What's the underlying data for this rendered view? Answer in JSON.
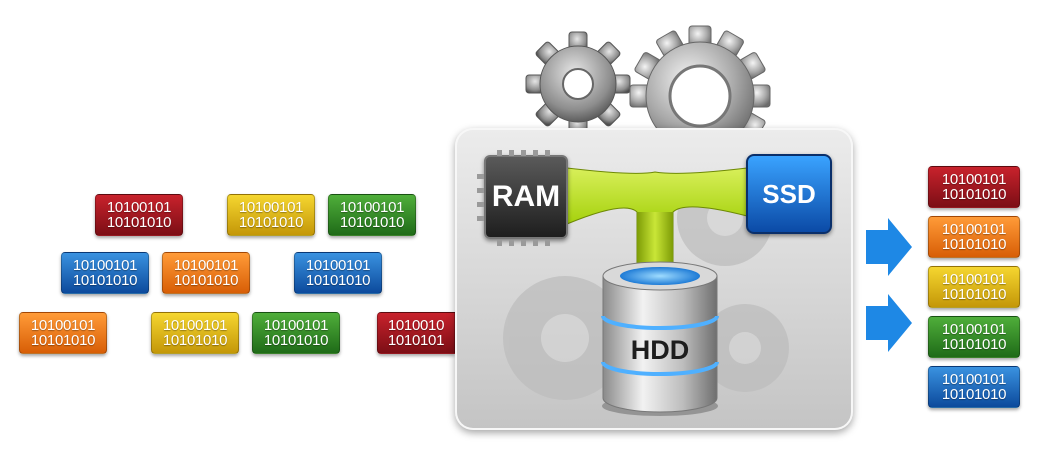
{
  "diagram": {
    "components": {
      "ram": "RAM",
      "ssd": "SSD",
      "hdd": "HDD"
    },
    "incoming_blocks": [
      {
        "line1": "10100101",
        "line2": "10101010",
        "color": "#b0141e"
      },
      {
        "line1": "10100101",
        "line2": "10101010",
        "color": "#e8b91b"
      },
      {
        "line1": "10100101",
        "line2": "10101010",
        "color": "#2f8d27"
      },
      {
        "line1": "10100101",
        "line2": "10101010",
        "color": "#1f6cc4"
      },
      {
        "line1": "10100101",
        "line2": "10101010",
        "color": "#f57a1c"
      },
      {
        "line1": "10100101",
        "line2": "10101010",
        "color": "#1f6cc4"
      },
      {
        "line1": "10100101",
        "line2": "10101010",
        "color": "#f57a1c"
      },
      {
        "line1": "10100101",
        "line2": "10101010",
        "color": "#e8b91b"
      },
      {
        "line1": "10100101",
        "line2": "10101010",
        "color": "#2f8d27"
      },
      {
        "line1": "1010010",
        "line2": "1010101",
        "color": "#b0141e"
      }
    ],
    "output_blocks": [
      {
        "line1": "10100101",
        "line2": "10101010",
        "color": "#b0141e"
      },
      {
        "line1": "10100101",
        "line2": "10101010",
        "color": "#f57a1c"
      },
      {
        "line1": "10100101",
        "line2": "10101010",
        "color": "#e8b91b"
      },
      {
        "line1": "10100101",
        "line2": "10101010",
        "color": "#2f8d27"
      },
      {
        "line1": "10100101",
        "line2": "10101010",
        "color": "#1f6cc4"
      }
    ],
    "colors": {
      "pipe": "#a6d20e",
      "arrow": "#1e88e5",
      "panel": "#d6d6d6"
    }
  }
}
